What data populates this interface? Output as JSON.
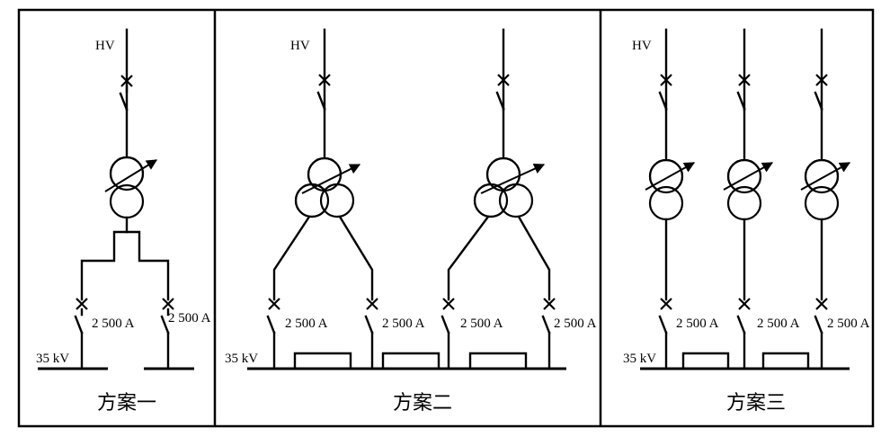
{
  "schemes": [
    {
      "name": "方案一",
      "hv_labels": [
        "HV"
      ],
      "busbar_label": "35 kV",
      "feeder_ratings": [
        "2 500 A",
        "2 500 A"
      ]
    },
    {
      "name": "方案二",
      "hv_labels": [
        "HV"
      ],
      "busbar_label": "35 kV",
      "feeder_ratings": [
        "2 500 A",
        "2 500 A",
        "2 500 A",
        "2 500 A"
      ]
    },
    {
      "name": "方案三",
      "hv_labels": [
        "HV"
      ],
      "busbar_label": "35 kV",
      "feeder_ratings": [
        "2 500 A",
        "2 500 A",
        "2 500 A"
      ]
    }
  ]
}
